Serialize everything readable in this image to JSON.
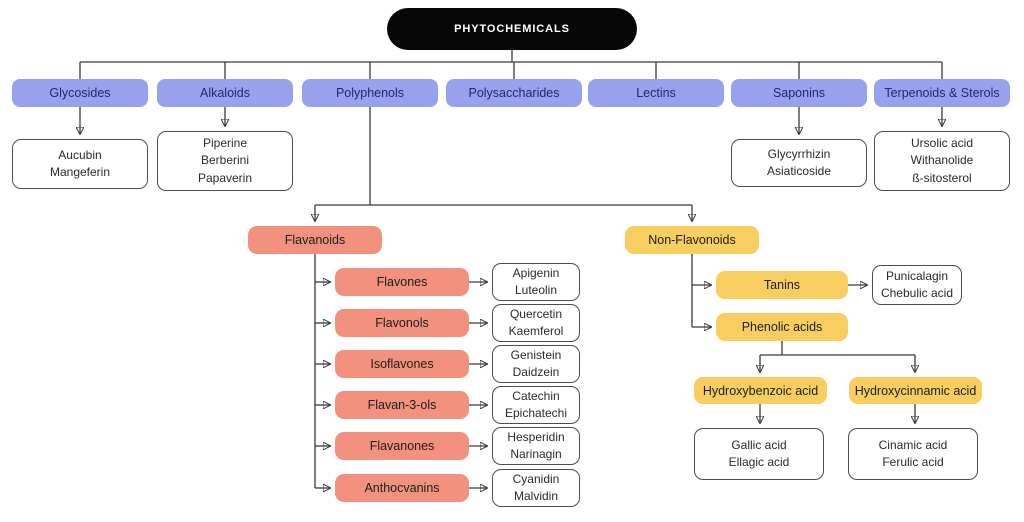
{
  "root": {
    "label": "PHYTOCHEMICALS"
  },
  "colors": {
    "category_blue": "#96a2ee",
    "flavonoid_red": "#f2917e",
    "non_flavonoid_yellow": "#f8ce61",
    "root_black": "#070707",
    "line_gray": "#3a3a3a",
    "leaf_border_gray": "#4d4d4d"
  },
  "categories": [
    {
      "label": "Glycosides",
      "examples": "Aucubin\nMangeferin"
    },
    {
      "label": "Alkaloids",
      "examples": "Piperine\nBerberini\nPapaverin"
    },
    {
      "label": "Polyphenols"
    },
    {
      "label": "Polysaccharides"
    },
    {
      "label": "Lectins"
    },
    {
      "label": "Saponins",
      "examples": "Glycyrrhizin\nAsiaticoside"
    },
    {
      "label": "Terpenoids & Sterols",
      "examples": "Ursolic acid\nWithanolide\nß-sitosterol"
    }
  ],
  "flavonoids": {
    "label": "Flavanoids",
    "children": [
      {
        "label": "Flavones",
        "examples": "Apigenin\nLuteolin"
      },
      {
        "label": "Flavonols",
        "examples": "Quercetin\nKaemferol"
      },
      {
        "label": "Isoflavones",
        "examples": "Genistein\nDaidzein"
      },
      {
        "label": "Flavan-3-ols",
        "examples": "Catechin\nEpichatechi"
      },
      {
        "label": "Flavanones",
        "examples": "Hesperidin\nNarinagin"
      },
      {
        "label": "Anthocvanins",
        "examples": "Cyanidin\nMalvidin"
      }
    ]
  },
  "non_flavonoids": {
    "label": "Non-Flavonoids",
    "tanins": {
      "label": "Tanins",
      "examples": "Punicalagin\nChebulic acid"
    },
    "phenolic_acids": {
      "label": "Phenolic acids",
      "children": [
        {
          "label": "Hydroxybenzoic acid",
          "examples": "Gallic acid\nEllagic acid"
        },
        {
          "label": "Hydroxycinnamic acid",
          "examples": "Cinamic acid\nFerulic acid"
        }
      ]
    }
  }
}
